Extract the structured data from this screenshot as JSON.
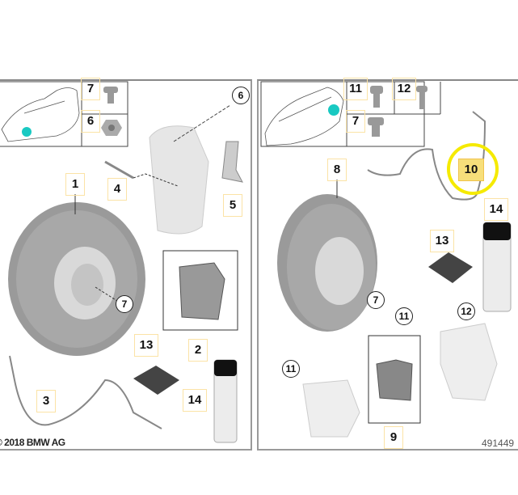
{
  "colors": {
    "highlight_ring": "#f5ea00",
    "highlight_box": "#f7df7a",
    "location_dot": "#19c9c2"
  },
  "left_panel": {
    "parts_table": [
      {
        "num": "7"
      },
      {
        "num": "6"
      }
    ],
    "labels": {
      "p6": "6",
      "p4": "4",
      "p1": "1",
      "p5": "5",
      "p7": "7",
      "p2": "2",
      "p13": "13",
      "p14": "14",
      "p3": "3"
    },
    "copyright": "© 2018 BMW AG"
  },
  "right_panel": {
    "parts_table": [
      {
        "num": "11"
      },
      {
        "num": "12"
      },
      {
        "num": "7"
      }
    ],
    "labels": {
      "p8": "8",
      "p10": "10",
      "p14": "14",
      "p13": "13",
      "p7": "7",
      "p11a": "11",
      "p12": "12",
      "p11b": "11",
      "p9": "9"
    },
    "diagram_id": "491449"
  }
}
